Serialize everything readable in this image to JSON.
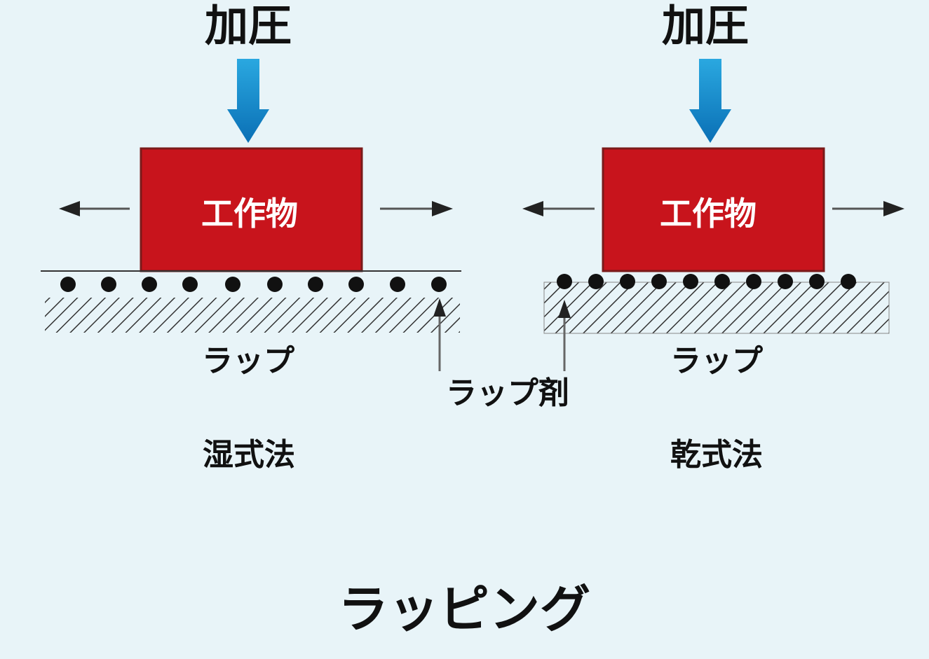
{
  "diagrams": [
    {
      "pressure": "加圧",
      "workpiece": "工作物",
      "lap": "ラップ",
      "method": "湿式法"
    },
    {
      "pressure": "加圧",
      "workpiece": "工作物",
      "lap": "ラップ",
      "method": "乾式法"
    }
  ],
  "lap_agent": "ラップ剤",
  "title": "ラッピング",
  "colors": {
    "background": "#e8f4f8",
    "workpiece": "#c8141c",
    "arrow_top": "#2aa8e0",
    "arrow_bottom": "#0a6fb5",
    "text": "#111111"
  }
}
